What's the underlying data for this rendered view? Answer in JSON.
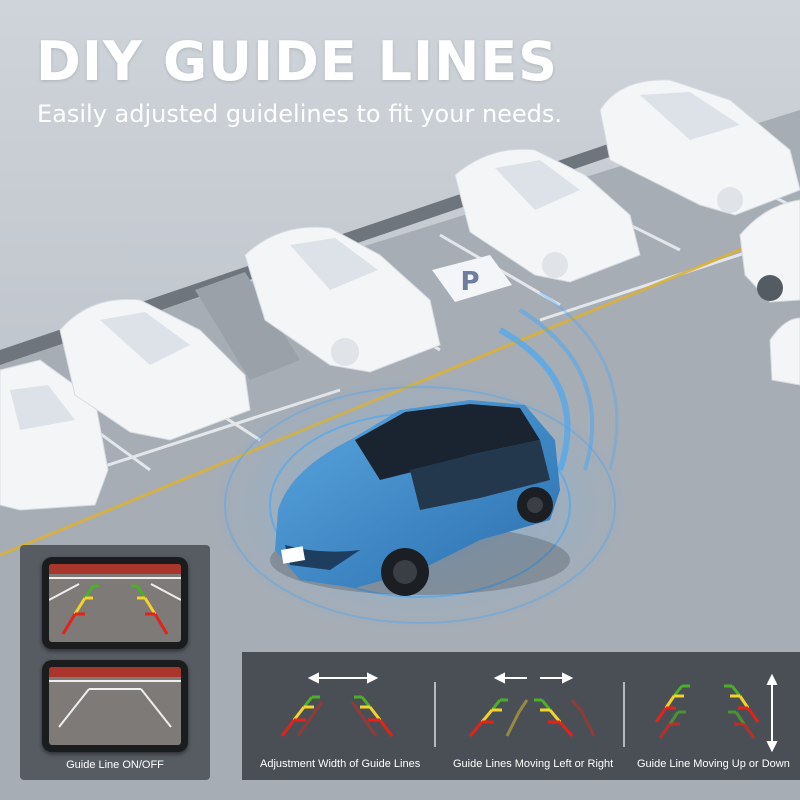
{
  "header": {
    "title": "DIY GUIDE LINES",
    "subtitle": "Easily adjusted guidelines to fit your needs."
  },
  "scene": {
    "parking_sign": "P",
    "car_color": "#3d8fd1",
    "sensor_color": "#3aa6ff"
  },
  "onoff": {
    "label": "Guide Line ON/OFF"
  },
  "features": [
    {
      "label": "Adjustment Width of Guide Lines"
    },
    {
      "label": "Guide Lines Moving Left or Right"
    },
    {
      "label": "Guide Line Moving Up or Down"
    }
  ],
  "colors": {
    "guide_green": "#4caf2a",
    "guide_yellow": "#f2d22b",
    "guide_red": "#e2231a"
  }
}
